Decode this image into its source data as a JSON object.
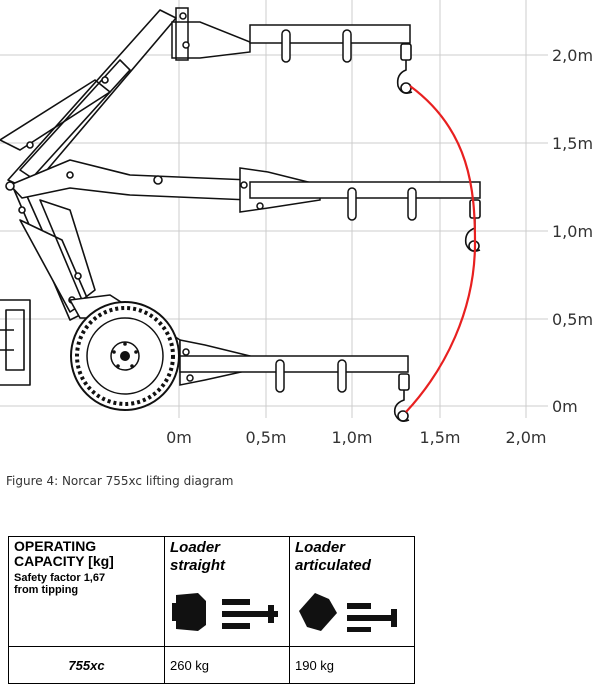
{
  "diagram": {
    "y_axis_labels": [
      "2,0m",
      "1,5m",
      "1,0m",
      "0,5m",
      "0m"
    ],
    "x_axis_labels": [
      "0m",
      "0,5m",
      "1,0m",
      "1,5m",
      "2,0m"
    ],
    "reach_arc_color": "#e82020",
    "icons": [
      "loader-boom-icon",
      "hook-icon",
      "wheel-icon",
      "loader-straight-icon",
      "loader-articulated-icon"
    ]
  },
  "caption": "Figure 4: Norcar 755xc lifting diagram",
  "table": {
    "header_title": "OPERATING CAPACITY [kg]",
    "header_title_line1": "OPERATING",
    "header_title_line2": "CAPACITY [kg]",
    "header_note_line1": "Safety factor 1,67",
    "header_note_line2": "from tipping",
    "col_straight_line1": "Loader",
    "col_straight_line2": "straight",
    "col_articulated_line1": "Loader",
    "col_articulated_line2": "articulated",
    "model": "755xc",
    "straight_value": "260 kg",
    "articulated_value": "190 kg"
  }
}
